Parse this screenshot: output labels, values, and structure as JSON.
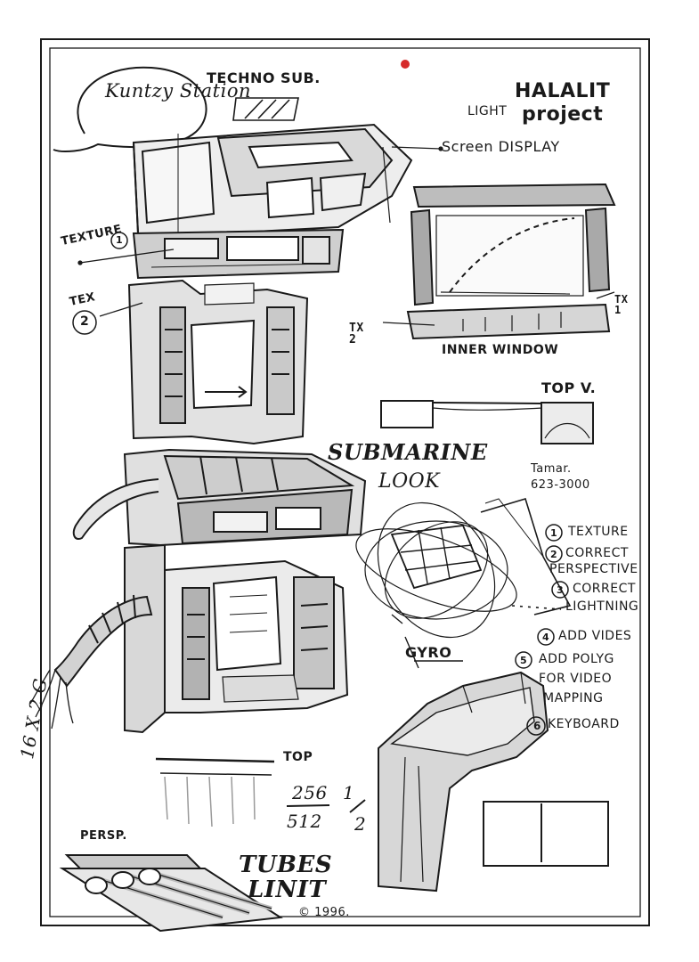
{
  "sheet": {
    "station_title": "Kuntzy Station",
    "techno_sub": "TECHNO SUB.",
    "project_prefix": "LIGHT",
    "project_name": "HALALIT",
    "project_suffix": "project",
    "screen_display": "Screen DISPLAY",
    "texture_1": "TEXTURE",
    "texture_1_num": "1",
    "texture_2": "TEX",
    "texture_2_num": "2",
    "tx1": "TX 1",
    "tx2": "TX 2",
    "inner_window": "INNER WINDOW",
    "top_view": "TOP V.",
    "submarine": "SUBMARINE",
    "look": "LOOK",
    "tamar": "Tamar.",
    "phone": "623-3000",
    "gyro": "GYRO",
    "top": "TOP",
    "num_256": "256",
    "num_512": "512",
    "num_half_1": "1",
    "num_half_2": "2",
    "persp": "PERSP.",
    "tubes": "TUBES",
    "linit": "LINIT",
    "copyright": "© 1996.",
    "side_note": "16 X 2 G",
    "checklist": [
      {
        "num": "1",
        "lines": [
          "TEXTURE"
        ]
      },
      {
        "num": "2",
        "lines": [
          "CORRECT",
          "PERSPECTIVE"
        ]
      },
      {
        "num": "3",
        "lines": [
          "CORRECT",
          "LIGHTNING"
        ]
      },
      {
        "num": "4",
        "lines": [
          "ADD VIDES"
        ]
      },
      {
        "num": "5",
        "lines": [
          "ADD POLYG",
          "FOR VIDEO",
          "MAPPING"
        ]
      },
      {
        "num": "6",
        "lines": [
          "KEYBOARD"
        ]
      }
    ]
  },
  "colors": {
    "ink": "#1a1a1a",
    "shade": "#9a9a9a",
    "light_shade": "#cfcfcf",
    "warm_shade": "#e9dcc9",
    "paper": "#ffffff",
    "pin": "#d62a2a"
  },
  "icons": [
    "registration-dot",
    "copyright-symbol"
  ]
}
